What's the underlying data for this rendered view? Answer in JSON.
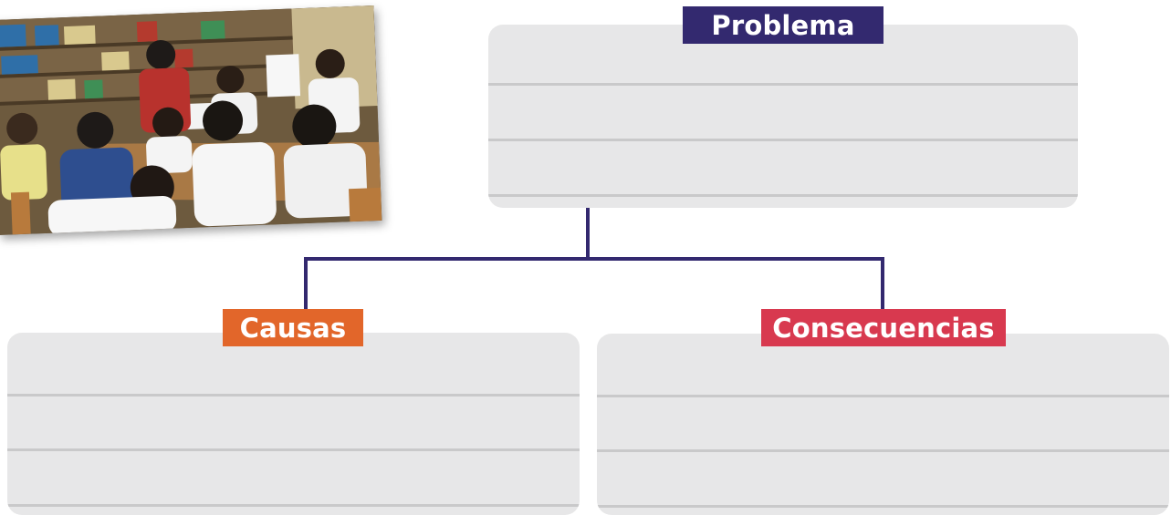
{
  "problem": {
    "title": "Problema",
    "color": "#33296f"
  },
  "causes": {
    "title": "Causas",
    "color": "#e2662a"
  },
  "consequences": {
    "title": "Consecuencias",
    "color": "#d8394f"
  },
  "connector_color": "#33296f",
  "box_color": "#e7e7e8",
  "rule_color": "#c9c9ca",
  "photo": {
    "subject": "children working together around a classroom table"
  }
}
